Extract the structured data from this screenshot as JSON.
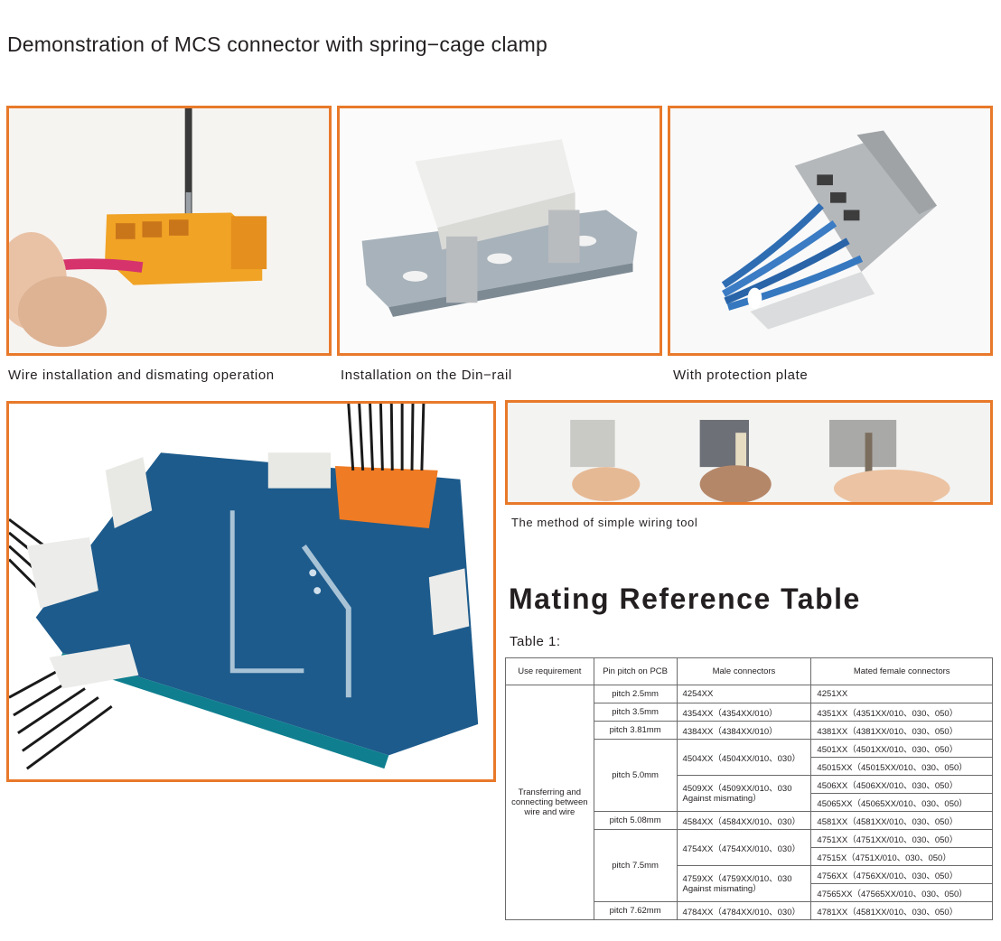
{
  "title": "Demonstration of MCS connector with spring−cage clamp",
  "captions": {
    "wire_installation": "Wire installation and dismating operation",
    "din_rail": "Installation on the Din−rail",
    "protection_plate": "With protection plate",
    "wiring_tool": "The method of simple wiring tool"
  },
  "heading": "Mating Reference Table",
  "table_label": "Table 1:",
  "table": {
    "headers": [
      "Use requirement",
      "Pin pitch on PCB",
      "Male connectors",
      "Mated female connectors"
    ],
    "use_requirement": "Transferring and connecting between wire and wire",
    "pitches": [
      "pitch 2.5mm",
      "pitch 3.5mm",
      "pitch 3.81mm",
      "pitch 5.0mm",
      "pitch 5.08mm",
      "pitch 7.5mm",
      "pitch 7.62mm"
    ],
    "male": [
      "4254XX",
      "4354XX（4354XX/010）",
      "4384XX（4384XX/010）",
      "4504XX（4504XX/010、030）",
      "4509XX（4509XX/010、030 Against mismating）",
      "4584XX（4584XX/010、030）",
      "4754XX（4754XX/010、030）",
      "4759XX（4759XX/010、030 Against mismating）",
      "4784XX（4784XX/010、030）"
    ],
    "female": [
      "4251XX",
      "4351XX（4351XX/010、030、050）",
      "4381XX（4381XX/010、030、050）",
      "4501XX（4501XX/010、030、050）",
      "45015XX（45015XX/010、030、050）",
      "4506XX（4506XX/010、030、050）",
      "45065XX（45065XX/010、030、050）",
      "4581XX（4581XX/010、030、050）",
      "4751XX（4751XX/010、030、050）",
      "47515X（4751X/010、030、050）",
      "4756XX（4756XX/010、030、050）",
      "47565XX（47565XX/010、030、050）",
      "4781XX（4581XX/010、030、050）"
    ]
  },
  "colors": {
    "frame": "#e8792a",
    "text": "#231f20",
    "table_border": "#6b6b6b"
  }
}
